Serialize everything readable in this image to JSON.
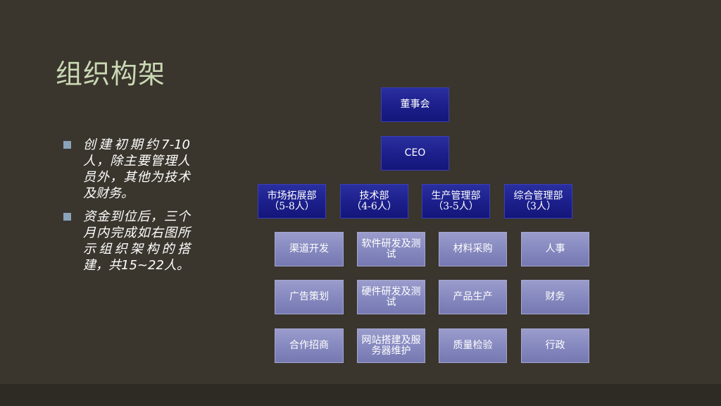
{
  "title": "组织构架",
  "bullets": [
    "创建初期约7-10人，除主要管理人员外，其他为技术及财务。",
    "资金到位后，三个月内完成如右图所示组织架构的搭建，共15~22人。"
  ],
  "org": {
    "board": "董事会",
    "ceo": "CEO",
    "departments": [
      {
        "name": "市场拓展部",
        "size": "（5-8人）",
        "units": [
          "渠道开发",
          "广告策划",
          "合作招商"
        ]
      },
      {
        "name": "技术部",
        "size": "（4-6人）",
        "units": [
          "软件研发及测试",
          "硬件研发及测试",
          "网站搭建及服务器维护"
        ]
      },
      {
        "name": "生产管理部",
        "size": "（3-5人）",
        "units": [
          "材料采购",
          "产品生产",
          "质量检验"
        ]
      },
      {
        "name": "综合管理部",
        "size": "（3人）",
        "units": [
          "人事",
          "财务",
          "行政"
        ]
      }
    ]
  },
  "colors": {
    "background": "#3a352d",
    "title": "#c9d9b4",
    "top_node": "#1c1f8a",
    "sub_node": "#8386bd",
    "bullet_marker": "#8aa3bb"
  }
}
